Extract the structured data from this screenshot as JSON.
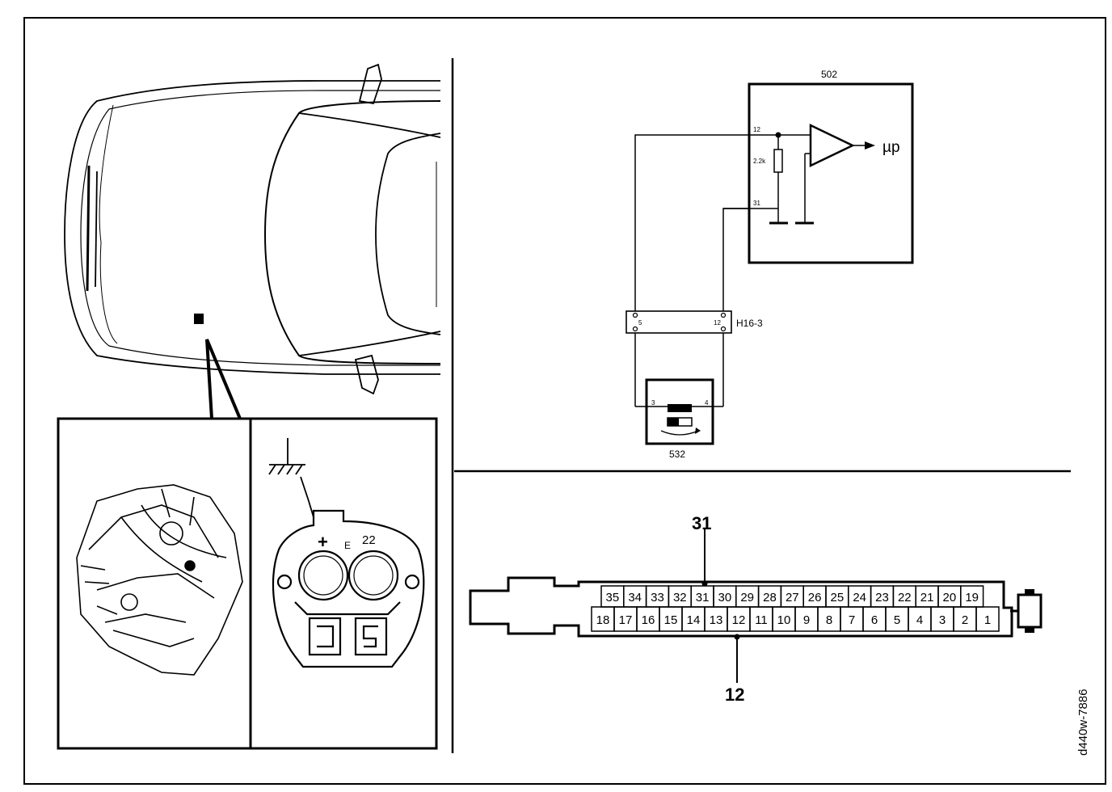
{
  "doc_code": "d440w-7886",
  "module": {
    "id": "502",
    "pin_a": "12",
    "pin_b": "31",
    "resistor": "2.2k",
    "output": "µp"
  },
  "connector_block": {
    "id": "H16-3",
    "pin_left": "5",
    "pin_right": "12"
  },
  "switch": {
    "id": "532",
    "pin_left": "3",
    "pin_right": "4"
  },
  "terminal": {
    "plus": "+",
    "e": "E",
    "num": "22"
  },
  "ecu_connector": {
    "callout_top": "31",
    "callout_bottom": "12",
    "top_row": [
      "35",
      "34",
      "33",
      "32",
      "31",
      "30",
      "29",
      "28",
      "27",
      "26",
      "25",
      "24",
      "23",
      "22",
      "21",
      "20",
      "19"
    ],
    "bottom_row": [
      "18",
      "17",
      "16",
      "15",
      "14",
      "13",
      "12",
      "11",
      "10",
      "9",
      "8",
      "7",
      "6",
      "5",
      "4",
      "3",
      "2",
      "1"
    ]
  }
}
